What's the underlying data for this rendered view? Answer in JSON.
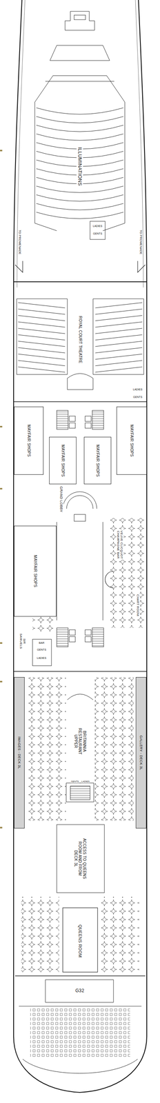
{
  "diagram": {
    "nodes": [
      {
        "text": [
          "ILLUMINATIONS"
        ]
      },
      {
        "text": [
          "ROYAL COURT THEATRE"
        ]
      },
      {
        "text": [
          "MAYFAIR SHOPS"
        ]
      },
      {
        "text": [
          "MAYFAIR SHOPS"
        ]
      },
      {
        "text": [
          "MAYFAIR SHOPS"
        ]
      },
      {
        "text": [
          "MAYFAIR SHOPS"
        ]
      },
      {
        "text": [
          "GRAND LOBBY"
        ]
      },
      {
        "text": [
          "MAYFAIR SHOPS"
        ]
      },
      {
        "text": [
          "VEUVE CLICQUOT CHAMPAGNE BAR"
        ]
      },
      {
        "text": [
          "CHART ROOM"
        ]
      },
      {
        "text": [
          "SIR SAMUELS"
        ]
      },
      {
        "text": [
          "IMAGES - DECK 3L"
        ]
      },
      {
        "text": [
          "BRITANNIA RESTAURANT UPPER"
        ]
      },
      {
        "text": [
          "GALLERY - DECK 3L"
        ]
      },
      {
        "text": [
          "ACCESS TO QUEENS ROOM AND FROM DECK 3L"
        ]
      },
      {
        "text": [
          "QUEENS ROOM"
        ]
      },
      {
        "text": [
          "G32"
        ]
      }
    ],
    "labels": [
      "TO PROMENADE",
      "TO PROMENADE",
      "LADIES",
      "GENTS",
      "LADIES",
      "GENTS",
      "BAR",
      "GENTS",
      "LADIES",
      "GENTS",
      "LADIES"
    ]
  }
}
